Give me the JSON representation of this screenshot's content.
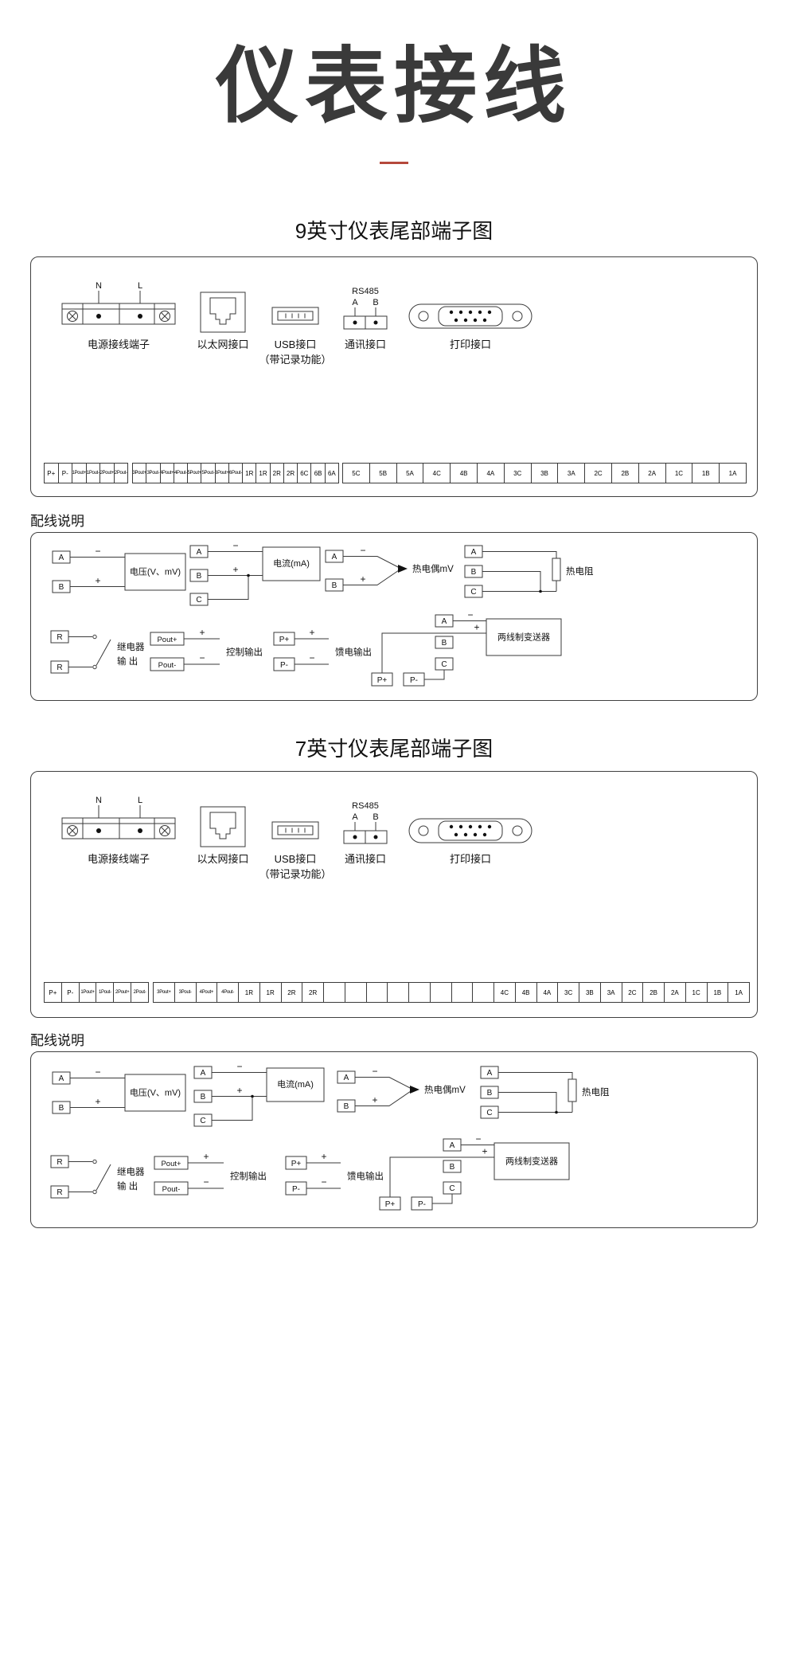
{
  "page": {
    "title": "仪表接线",
    "section9_title": "9英寸仪表尾部端子图",
    "section7_title": "7英寸仪表尾部端子图",
    "wiring_note_label": "配线说明",
    "accent_color": "#b5493c",
    "title_color": "#3a3a3a",
    "line_color": "#3a3a3a",
    "background_color": "#ffffff"
  },
  "ports": {
    "power": {
      "label": "电源接线端子",
      "n": "N",
      "l": "L"
    },
    "ethernet": {
      "label": "以太网接口"
    },
    "usb": {
      "label": "USB接口",
      "sublabel": "（带记录功能）"
    },
    "rs485": {
      "title": "RS485",
      "a": "A",
      "b": "B",
      "label": "通讯接口"
    },
    "printer": {
      "label": "打印接口"
    }
  },
  "terminals9": {
    "strip1": [
      "P+",
      "P-",
      "1Pout+",
      "1Pout-",
      "2Pout+",
      "2Pout-"
    ],
    "strip2": [
      "3Pout+",
      "3Pout-",
      "4Pout+",
      "4Pout-",
      "5Pout+",
      "5Pout-",
      "6Pout+",
      "6Pout-",
      "1R",
      "1R",
      "2R",
      "2R",
      "6C",
      "6B",
      "6A"
    ],
    "strip3": [
      "5C",
      "5B",
      "5A",
      "4C",
      "4B",
      "4A",
      "3C",
      "3B",
      "3A",
      "2C",
      "2B",
      "2A",
      "1C",
      "1B",
      "1A"
    ]
  },
  "terminals7": {
    "strip1": [
      "P+",
      "P-",
      "1Pout+",
      "1Pout-",
      "2Pout+",
      "2Pout-"
    ],
    "strip2": [
      "3Pout+",
      "3Pout-",
      "4Pout+",
      "4Pout-",
      "1R",
      "1R",
      "2R",
      "2R",
      "",
      "",
      "",
      "",
      "",
      "",
      "",
      "",
      "4C",
      "4B",
      "4A",
      "3C",
      "3B",
      "3A",
      "2C",
      "2B",
      "2A",
      "1C",
      "1B",
      "1A"
    ]
  },
  "wiring": {
    "voltage": {
      "a": "A",
      "b": "B",
      "minus": "−",
      "plus": "+",
      "label": "电压(V、mV)"
    },
    "current": {
      "a": "A",
      "b": "B",
      "c": "C",
      "minus": "−",
      "plus": "+",
      "label": "电流(mA)"
    },
    "thermocouple": {
      "a": "A",
      "b": "B",
      "minus": "−",
      "plus": "+",
      "label": "热电偶mV"
    },
    "rtd": {
      "a": "A",
      "b": "B",
      "c": "C",
      "label": "热电阻"
    },
    "relay": {
      "r1": "R",
      "r2": "R",
      "label1": "继电器",
      "label2": "输 出"
    },
    "control": {
      "p1": "Pout+",
      "p2": "Pout-",
      "plus": "+",
      "minus": "−",
      "label": "控制输出"
    },
    "feed": {
      "p1": "P+",
      "p2": "P-",
      "plus": "+",
      "minus": "−",
      "label": "馈电输出"
    },
    "transmitter": {
      "a": "A",
      "b": "B",
      "c": "C",
      "pplus": "P+",
      "pminus": "P-",
      "minus": "−",
      "plus": "+",
      "label": "两线制变送器"
    }
  }
}
